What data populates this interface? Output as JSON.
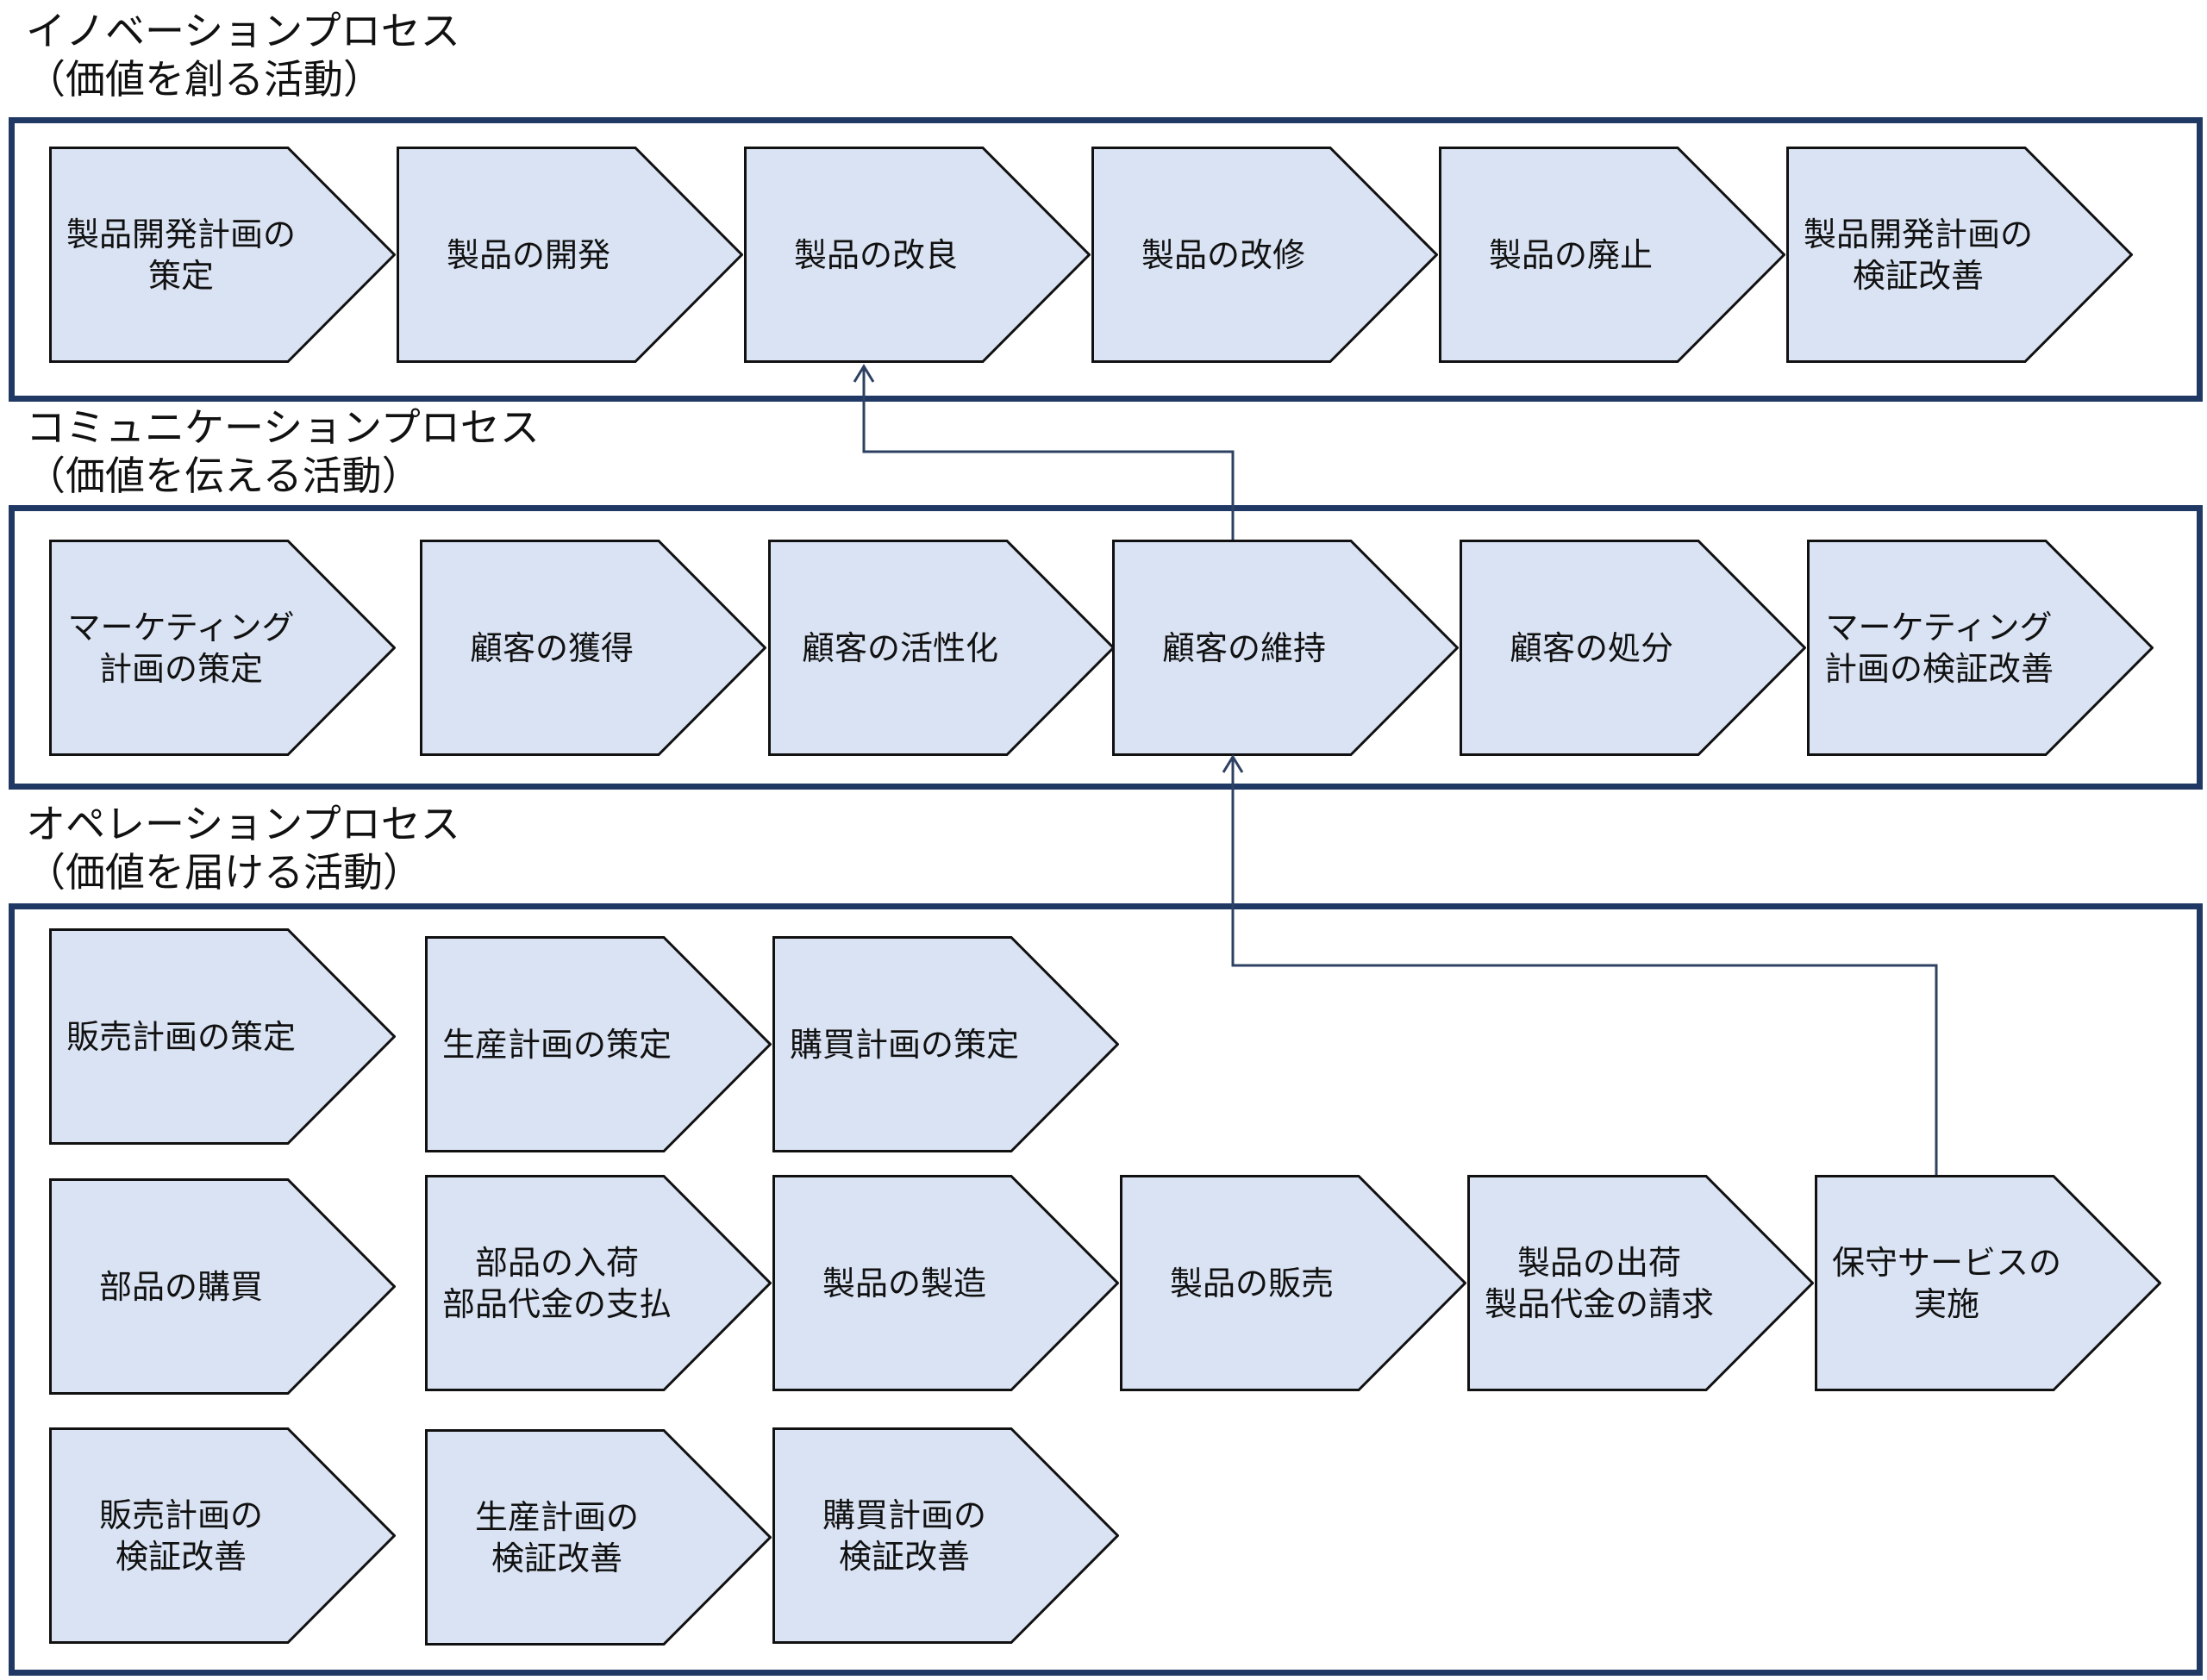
{
  "colors": {
    "section_border": "#1f3864",
    "step_fill": "#dae3f3",
    "step_stroke": "#111111",
    "connector": "#2e4163"
  },
  "sections": [
    {
      "id": "innovation",
      "title": "イノベーションプロセス",
      "subtitle": "（価値を創る活動）",
      "steps": [
        "製品開発計画の\n策定",
        "製品の開発",
        "製品の改良",
        "製品の改修",
        "製品の廃止",
        "製品開発計画の\n検証改善"
      ]
    },
    {
      "id": "communication",
      "title": "コミュニケーションプロセス",
      "subtitle": "（価値を伝える活動）",
      "steps": [
        "マーケティング\n計画の策定",
        "顧客の獲得",
        "顧客の活性化",
        "顧客の維持",
        "顧客の処分",
        "マーケティング\n計画の検証改善"
      ]
    },
    {
      "id": "operation",
      "title": "オペレーションプロセス",
      "subtitle": "（価値を届ける活動）",
      "rows": [
        [
          "販売計画の策定",
          "生産計画の策定",
          "購買計画の策定"
        ],
        [
          "部品の購買",
          "部品の入荷\n部品代金の支払",
          "製品の製造",
          "製品の販売",
          "製品の出荷\n製品代金の請求",
          "保守サービスの\n実施"
        ],
        [
          "販売計画の\n検証改善",
          "生産計画の\n検証改善",
          "購買計画の\n検証改善"
        ]
      ]
    }
  ],
  "connectors": [
    {
      "from": "顧客の維持",
      "to": "製品の改良"
    },
    {
      "from": "保守サービスの\n実施",
      "to": "顧客の維持"
    }
  ]
}
